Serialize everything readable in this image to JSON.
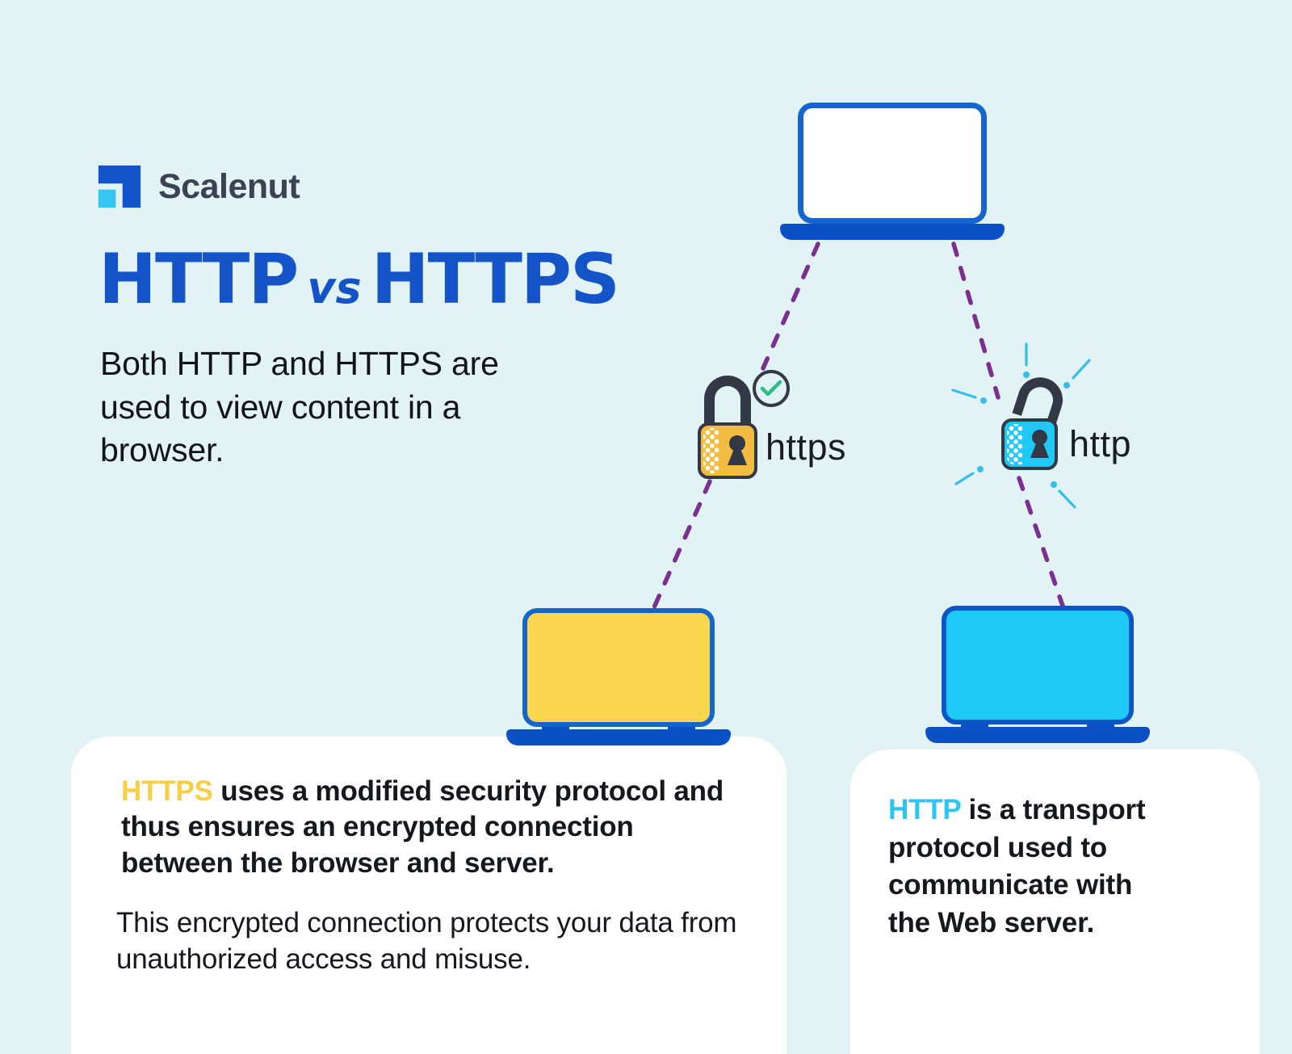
{
  "brand": {
    "name": "Scalenut"
  },
  "header": {
    "title_http": "HTTP",
    "title_vs": "vs",
    "title_https": "HTTPS",
    "subtitle": "Both HTTP and HTTPS are used to view content in a browser."
  },
  "diagram": {
    "https_label": "https",
    "http_label": "http"
  },
  "cards": {
    "https": {
      "highlight": "HTTPS",
      "body": " uses a modified security protocol and thus ensures an encrypted connection between the browser and server.",
      "body2": "This encrypted connection protects your data from unauthorized access and misuse."
    },
    "http": {
      "highlight": "HTTP",
      "body": " is a transport protocol used to communicate with the Web server."
    }
  },
  "colors": {
    "background": "#E2F3F5",
    "brand_blue": "#1553C8",
    "laptop_base_blue": "#0B51C5",
    "icon_navy": "#323845",
    "laptop_yellow": "#FAD74E",
    "lock_yellow": "#F2BB41",
    "highlight_yellow": "#F8CE47",
    "cyan": "#1FC9F7",
    "highlight_cyan": "#2BC4F3",
    "dash_purple": "#7B2F90",
    "check_green": "#2EBD85",
    "text_dark": "#15181D"
  }
}
